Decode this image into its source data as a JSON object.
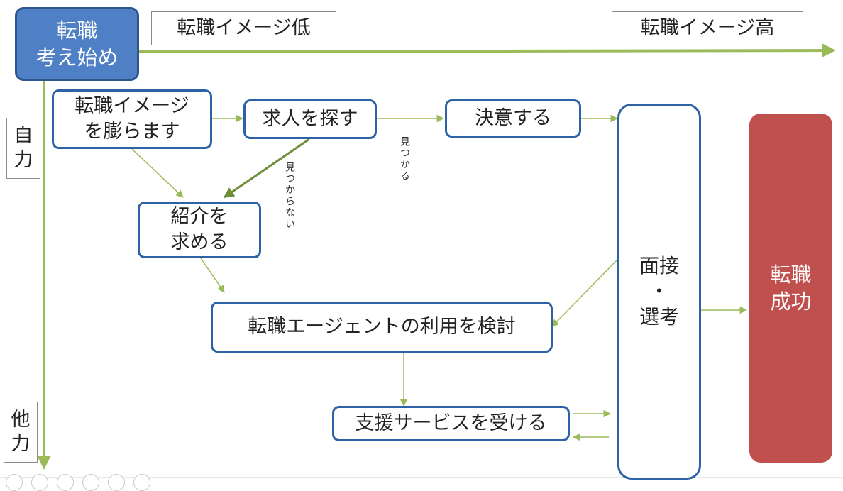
{
  "nodes": {
    "start": "転職\n考え始め",
    "low_image": "転職イメージ低",
    "high_image": "転職イメージ高",
    "self": "自\n力",
    "other": "他\n力",
    "expand_image": "転職イメージ\nを膨らます",
    "search_jobs": "求人を探す",
    "decide": "決意する",
    "referral": "紹介を\n求める",
    "agent": "転職エージェントの利用を検討",
    "support": "支援サービスを受ける",
    "interview": "面接\n・\n選考",
    "success": "転職\n成功"
  },
  "labels": {
    "found": "見つかる",
    "not_found": "見つからない"
  },
  "colors": {
    "arrow_green": "#9bbb59",
    "arrow_dark_green": "#6f8e3a",
    "node_border_blue": "#2e62a6",
    "start_fill": "#4f7fc4",
    "success_fill": "#c0504d"
  }
}
